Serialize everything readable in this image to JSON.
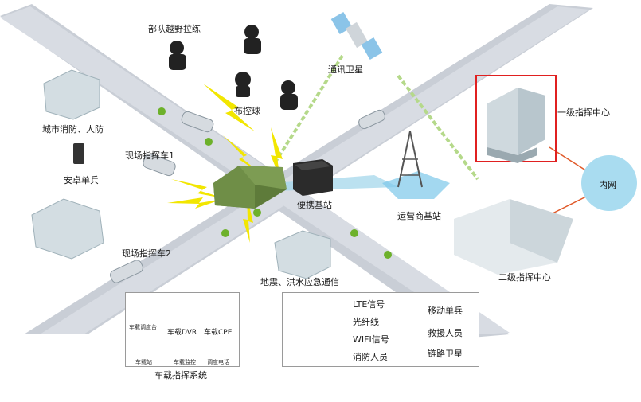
{
  "labels": {
    "army_training": "部队越野拉练",
    "comm_satellite": "通讯卫星",
    "deploy_ball": "布控球",
    "city_fire": "城市消防、人防",
    "android_soldier": "安卓单兵",
    "field_vehicle_1": "现场指挥车1",
    "portable_station": "便携基站",
    "operator_station": "运营商基站",
    "level1_center": "一级指挥中心",
    "intranet": "内网",
    "field_vehicle_2": "现场指挥车2",
    "earthquake": "地震、洪水应急通信",
    "level2_center": "二级指挥中心",
    "vehicle_system": "车载指挥系统"
  },
  "system_items": {
    "dispatch_desk": "车载调度台",
    "dvr": "车载DVR",
    "cpe": "车载CPE",
    "station": "车载站",
    "monitor": "车载监控",
    "phone": "调度电话"
  },
  "legend": {
    "lte": "LTE信号",
    "fiber": "光纤线",
    "wifi": "WIFI信号",
    "fire": "消防人员",
    "mobile": "移动单兵",
    "rescue": "救援人员",
    "sat_link": "链路卫星"
  },
  "colors": {
    "road": "#c9ced6",
    "lte": "#f2e600",
    "fiber": "#e05a2a",
    "wifi": "#9ed4ea",
    "sat_link": "#b5d98a",
    "highlight": "#e02020",
    "tent": "#5e7b3a",
    "building": "#d3dde2",
    "intranet": "#a9dcf0"
  }
}
